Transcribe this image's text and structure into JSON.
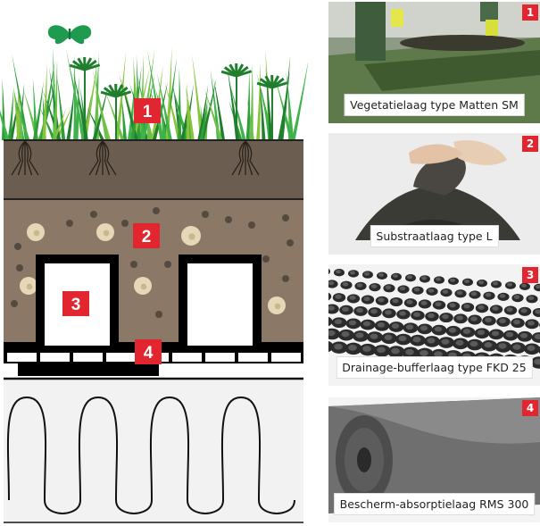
{
  "colors": {
    "badge": "#e2262f",
    "leaf": "#2e9e3a",
    "butterfly": "#1e9b4f",
    "soil_dark": "#6b5d50",
    "substrate": "#8b7866",
    "insulation_line": "#111111"
  },
  "diagram": {
    "layers": [
      {
        "number": "1"
      },
      {
        "number": "2"
      },
      {
        "number": "3"
      },
      {
        "number": "4"
      }
    ]
  },
  "photos": [
    {
      "number": "1",
      "caption": "Vegetatielaag type Matten SM"
    },
    {
      "number": "2",
      "caption": "Substraatlaag type L"
    },
    {
      "number": "3",
      "caption": "Drainage-bufferlaag type FKD 25"
    },
    {
      "number": "4",
      "caption": "Bescherm-absorptielaag RMS 300"
    }
  ]
}
